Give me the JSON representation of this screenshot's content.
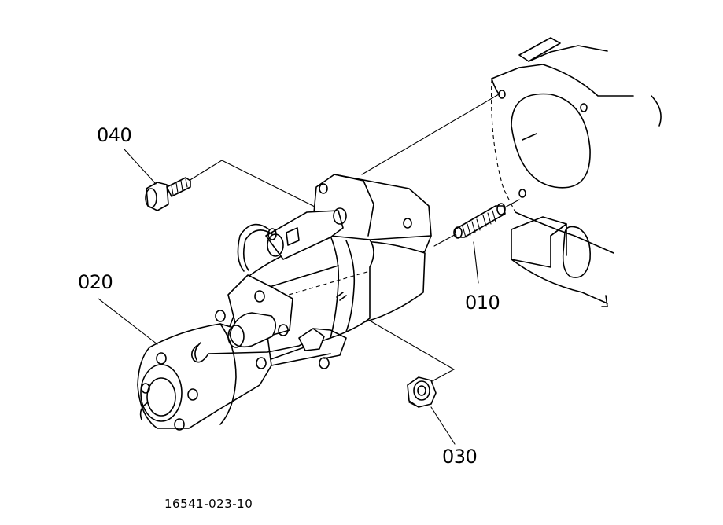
{
  "parts": [
    {
      "id": "p010",
      "label": "010"
    },
    {
      "id": "p020",
      "label": "020"
    },
    {
      "id": "p030",
      "label": "030"
    },
    {
      "id": "p040",
      "label": "040"
    }
  ],
  "drawing_number": "16541-023-10"
}
